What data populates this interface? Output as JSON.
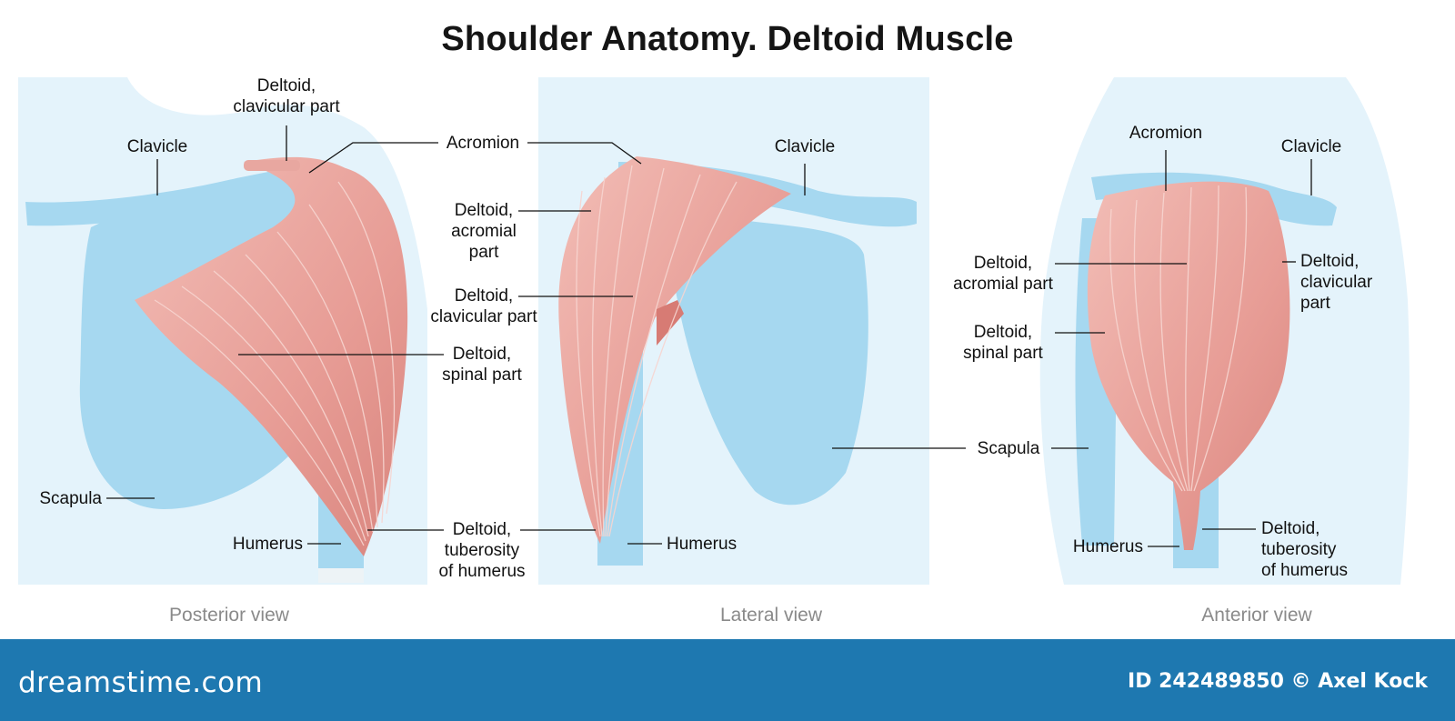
{
  "title": "Shoulder Anatomy. Deltoid Muscle",
  "colors": {
    "bone": "#a6d8f0",
    "body_silhouette": "#e4f3fb",
    "muscle": "#e8a7a0",
    "muscle_dark": "#d77b74",
    "footer": "#1e78b0"
  },
  "views": [
    {
      "caption": "Posterior view",
      "labels": {
        "deltoid_clavicular": "Deltoid,\nclavicular part",
        "clavicle": "Clavicle",
        "scapula": "Scapula",
        "humerus": "Humerus"
      }
    },
    {
      "caption": "Lateral view",
      "labels": {
        "acromion": "Acromion",
        "deltoid_acromial": "Deltoid,\nacromial\npart",
        "deltoid_clavicular": "Deltoid,\nclavicular part",
        "deltoid_spinal": "Deltoid,\nspinal part",
        "deltoid_tuberosity": "Deltoid,\ntuberosity\nof humerus",
        "clavicle": "Clavicle",
        "humerus": "Humerus",
        "scapula": "Scapula"
      }
    },
    {
      "caption": "Anterior view",
      "labels": {
        "acromion": "Acromion",
        "clavicle": "Clavicle",
        "deltoid_acromial": "Deltoid,\nacromial part",
        "deltoid_spinal": "Deltoid,\nspinal part",
        "deltoid_clavicular": "Deltoid,\nclavicular\npart",
        "humerus": "Humerus",
        "deltoid_tuberosity": "Deltoid,\ntuberosity\nof humerus"
      }
    }
  ],
  "footer": {
    "logo": "dreamstime.com",
    "credit": "ID 242489850 © Axel Kock"
  }
}
